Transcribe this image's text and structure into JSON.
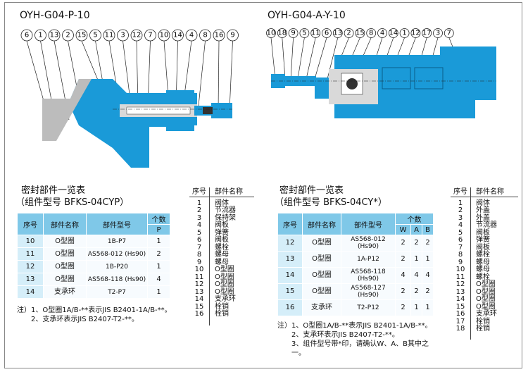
{
  "left_title": "OYH-G04-P-10",
  "right_title": "OYH-G04-A-Y-10",
  "left_labels": [
    "6",
    "1",
    "13",
    "2",
    "15",
    "5",
    "11",
    "3",
    "12",
    "7",
    "10",
    "14",
    "4",
    "8",
    "16",
    "9"
  ],
  "right_labels": [
    "10",
    "18",
    "9",
    "5",
    "11",
    "6",
    "13",
    "2",
    "15",
    "8",
    "4",
    "14",
    "1",
    "12",
    "17",
    "3",
    "7"
  ],
  "left_table": {
    "heading1": "密封部件一览表",
    "heading2": "（组件型号 BFKS-04CYP）",
    "headers": [
      "序号",
      "部件名称",
      "部件型号",
      "个数",
      "P"
    ],
    "rows": [
      [
        "10",
        "O型圈",
        "1B-P7",
        "1"
      ],
      [
        "11",
        "O型圈",
        "AS568-012 (Hs90)",
        "2"
      ],
      [
        "12",
        "O型圈",
        "1B-P20",
        "1"
      ],
      [
        "13",
        "O型圈",
        "AS568-118 (Hs90)",
        "4"
      ],
      [
        "14",
        "支承环",
        "T2-P7",
        "1"
      ]
    ],
    "notes": [
      "注）1、O型圈1A/B-**表示JIS B2401-1A/B-**。",
      "2、支承环表示JIS B2407-T2-**。"
    ]
  },
  "left_parts": {
    "headers": [
      "序号",
      "部件名称"
    ],
    "nums": [
      "1",
      "2",
      "3",
      "4",
      "5",
      "6",
      "7",
      "8",
      "9",
      "10",
      "11",
      "12",
      "13",
      "14",
      "15",
      "16"
    ],
    "names": [
      "阀体",
      "节流器",
      "保持架",
      "阀板",
      "弹簧",
      "阀板",
      "螺栓",
      "螺母",
      "螺母",
      "O型圈",
      "O型圈",
      "O型圈",
      "O型圈",
      "支承环",
      "栓销",
      "栓销"
    ]
  },
  "right_table": {
    "heading1": "密封部件一览表",
    "heading2": "（组件型号 BFKS-04CY*）",
    "headers": [
      "序号",
      "部件名称",
      "部件型号",
      "个数",
      "W",
      "A",
      "B"
    ],
    "rows": [
      [
        "12",
        "O型圈",
        "AS568-012\n(Hs90)",
        "2",
        "2",
        "2"
      ],
      [
        "13",
        "O型圈",
        "1A-P12",
        "2",
        "1",
        "1"
      ],
      [
        "14",
        "O型圈",
        "AS568-118\n(Hs90)",
        "4",
        "4",
        "4"
      ],
      [
        "15",
        "O型圈",
        "AS568-127\n(Hs90)",
        "2",
        "2",
        "2"
      ],
      [
        "16",
        "支承环",
        "T2-P12",
        "2",
        "1",
        "1"
      ]
    ],
    "notes": [
      "注）1、O型圈1A/B-**表示JIS B2401-1A/B-**。",
      "2、支承环表示JIS B2407-T2-**。",
      "3、组件型号带*印，请确认W、A、B其中之",
      "一。"
    ]
  },
  "right_parts": {
    "headers": [
      "序号",
      "部件名称"
    ],
    "nums": [
      "1",
      "2",
      "3",
      "4",
      "5",
      "6",
      "7",
      "8",
      "9",
      "10",
      "11",
      "12",
      "13",
      "14",
      "15",
      "16",
      "17",
      "18"
    ],
    "names": [
      "阀体",
      "外盖",
      "外盖",
      "节流器",
      "阀板",
      "弹簧",
      "阀板",
      "螺栓",
      "螺母",
      "螺母",
      "螺栓",
      "O型圈",
      "O型圈",
      "O型圈",
      "O型圈",
      "支承环",
      "栓销",
      "栓销"
    ]
  },
  "colors": {
    "body": "#1a9ad8",
    "header": "#7fc8e8",
    "cell": "#d5eef9",
    "gray": "#9a9a9a"
  }
}
